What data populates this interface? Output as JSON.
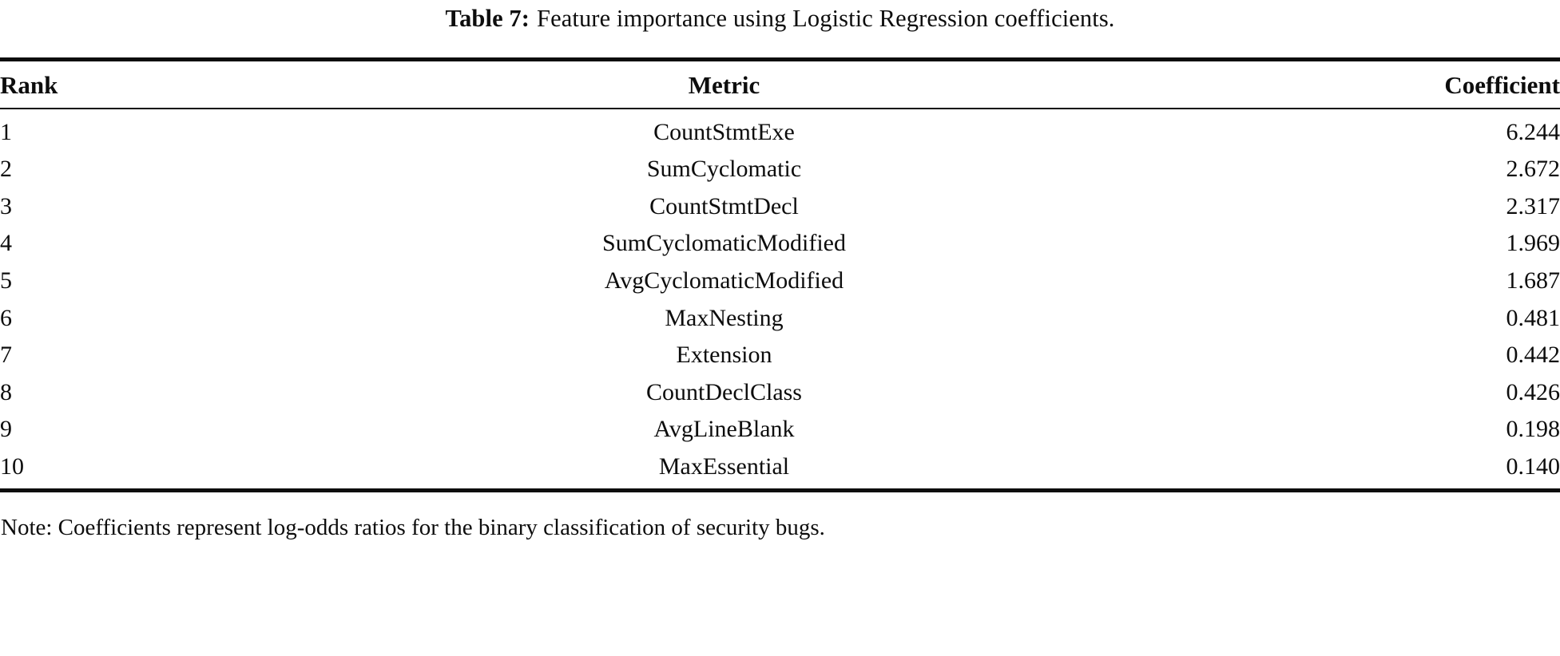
{
  "caption": {
    "label": "Table 7:",
    "text": "Feature importance using Logistic Regression coefficients."
  },
  "table": {
    "columns": [
      {
        "key": "rank",
        "header": "Rank",
        "align": "left"
      },
      {
        "key": "metric",
        "header": "Metric",
        "align": "center"
      },
      {
        "key": "coef",
        "header": "Coefficient",
        "align": "right"
      }
    ],
    "rows": [
      {
        "rank": "1",
        "metric": "CountStmtExe",
        "coef": "6.244"
      },
      {
        "rank": "2",
        "metric": "SumCyclomatic",
        "coef": "2.672"
      },
      {
        "rank": "3",
        "metric": "CountStmtDecl",
        "coef": "2.317"
      },
      {
        "rank": "4",
        "metric": "SumCyclomaticModified",
        "coef": "1.969"
      },
      {
        "rank": "5",
        "metric": "AvgCyclomaticModified",
        "coef": "1.687"
      },
      {
        "rank": "6",
        "metric": "MaxNesting",
        "coef": "0.481"
      },
      {
        "rank": "7",
        "metric": "Extension",
        "coef": "0.442"
      },
      {
        "rank": "8",
        "metric": "CountDeclClass",
        "coef": "0.426"
      },
      {
        "rank": "9",
        "metric": "AvgLineBlank",
        "coef": "0.198"
      },
      {
        "rank": "10",
        "metric": "MaxEssential",
        "coef": "0.140"
      }
    ]
  },
  "note": "Note: Coefficients represent log-odds ratios for the binary classification of security bugs.",
  "colors": {
    "text": "#0d0d0d",
    "background": "#ffffff",
    "rule": "#0d0d0d"
  },
  "chart_data": {
    "type": "table",
    "title": "Feature importance using Logistic Regression coefficients.",
    "columns": [
      "Rank",
      "Metric",
      "Coefficient"
    ],
    "categories": [
      "CountStmtExe",
      "SumCyclomatic",
      "CountStmtDecl",
      "SumCyclomaticModified",
      "AvgCyclomaticModified",
      "MaxNesting",
      "Extension",
      "CountDeclClass",
      "AvgLineBlank",
      "MaxEssential"
    ],
    "values": [
      6.244,
      2.672,
      2.317,
      1.969,
      1.687,
      0.481,
      0.442,
      0.426,
      0.198,
      0.14
    ],
    "ranks": [
      1,
      2,
      3,
      4,
      5,
      6,
      7,
      8,
      9,
      10
    ],
    "xlabel": "Metric",
    "ylabel": "Coefficient",
    "annotations": [
      "Note: Coefficients represent log-odds ratios for the binary classification of security bugs."
    ]
  }
}
